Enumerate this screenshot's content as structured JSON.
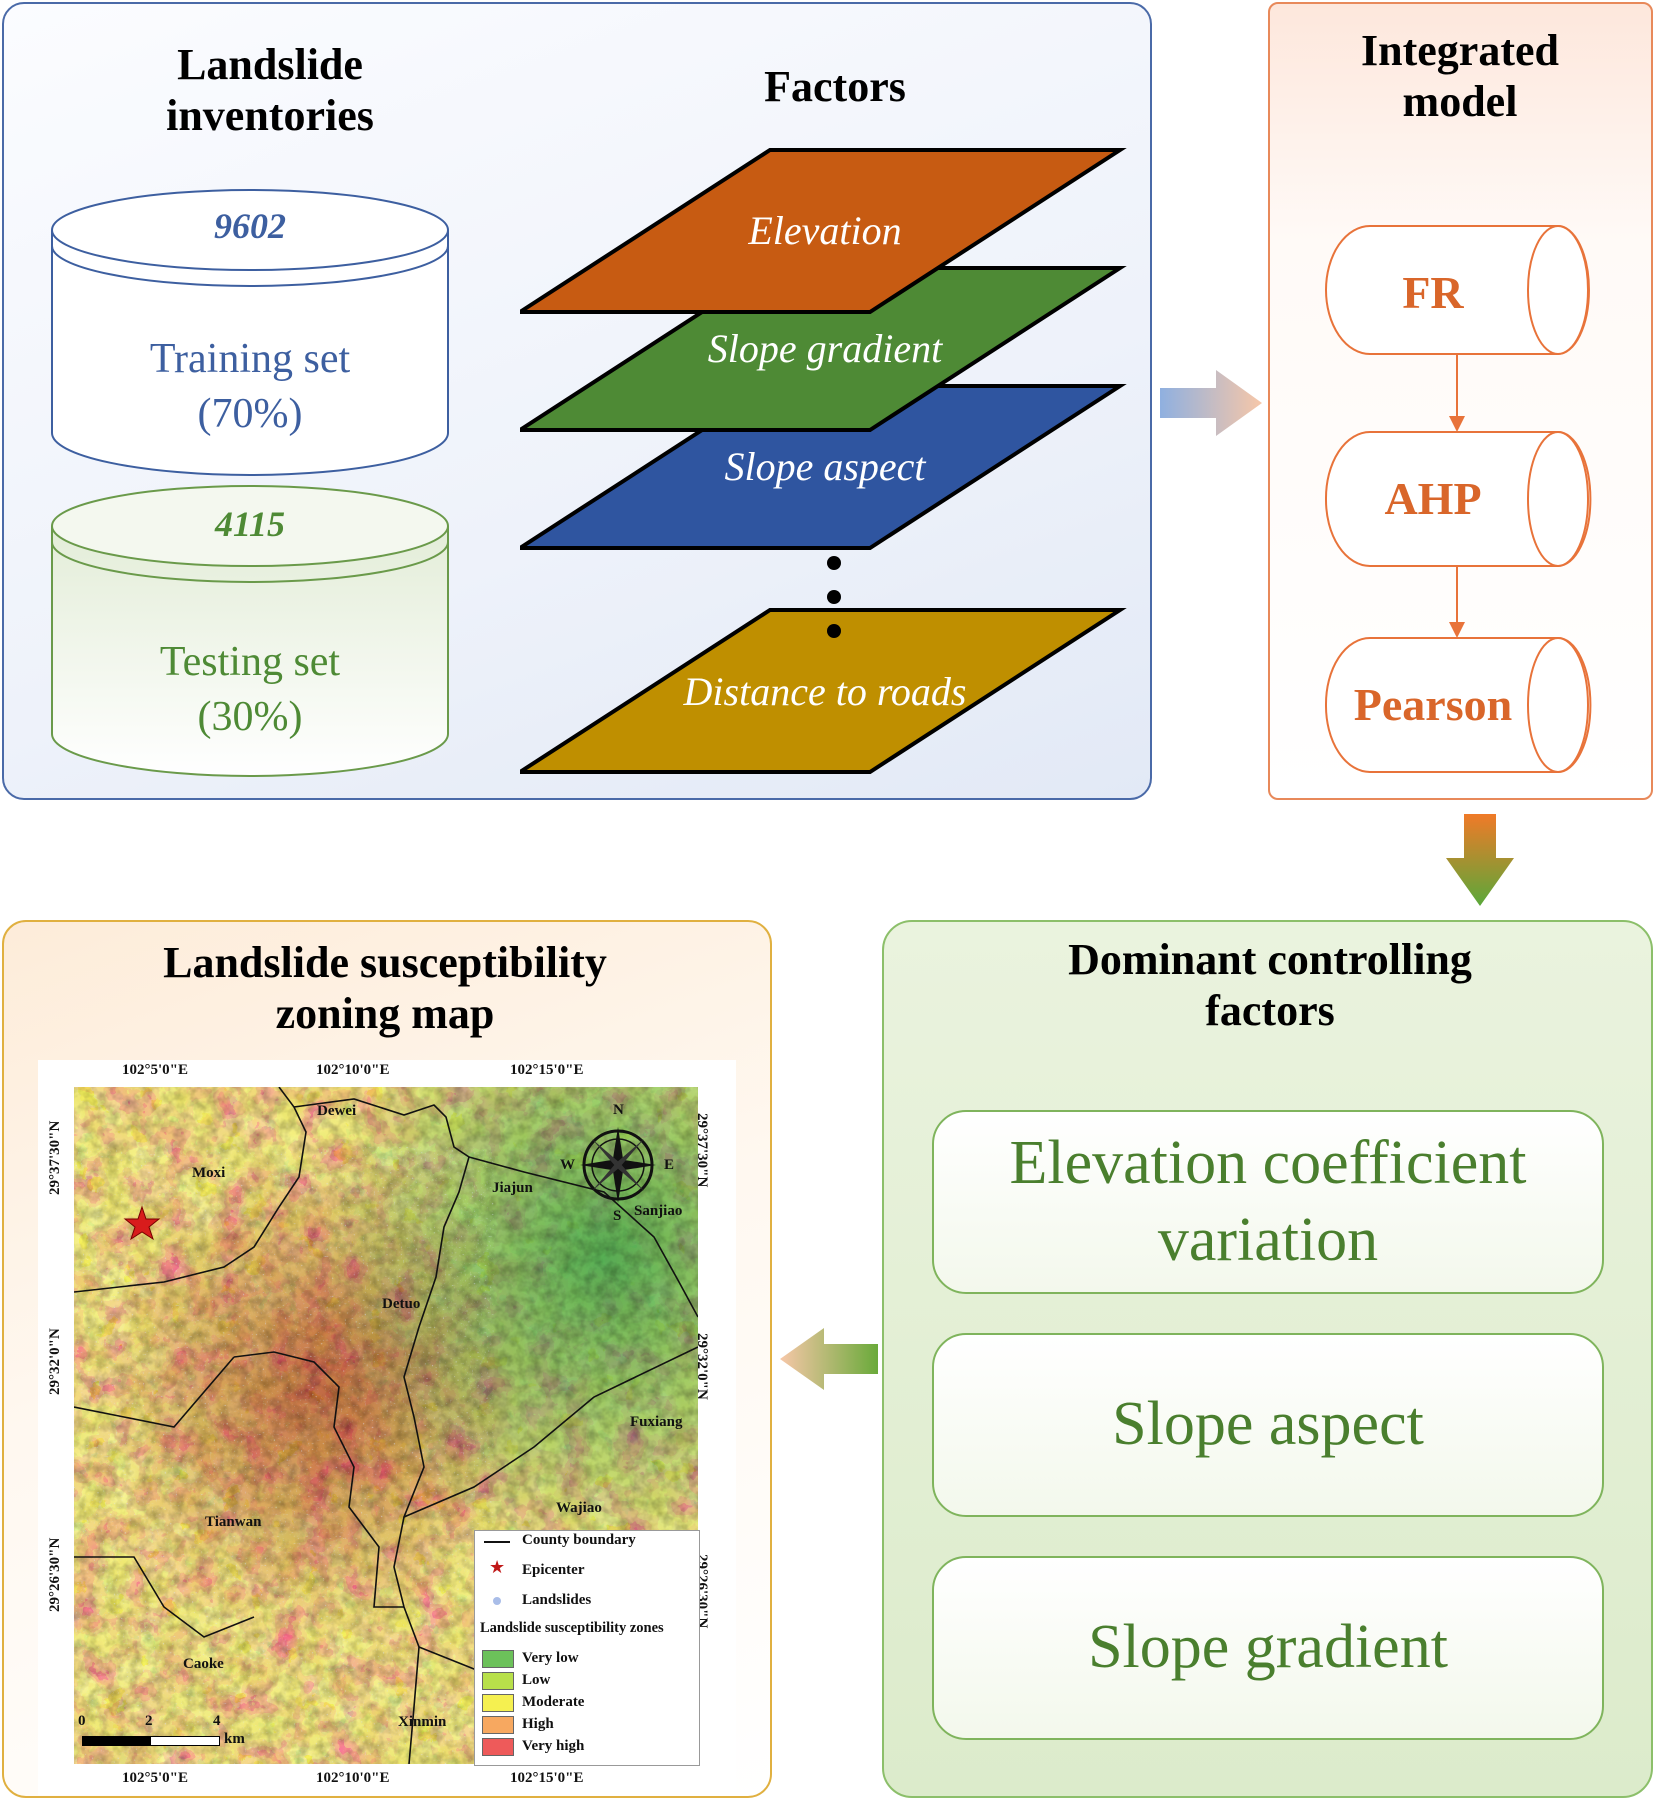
{
  "inventories": {
    "title": "Landslide inventories",
    "training": {
      "count": "9602",
      "label": "Training set",
      "pct": "(70%)"
    },
    "testing": {
      "count": "4115",
      "label": "Testing set",
      "pct": "(30%)"
    }
  },
  "factors": {
    "title": "Factors",
    "layers": [
      "Elevation",
      "Slope gradient",
      "Slope aspect",
      "Distance to roads"
    ],
    "layer_colors": [
      "#c75b12",
      "#4e8a35",
      "#2f55a0",
      "#bf8f00"
    ]
  },
  "integrated_model": {
    "title": "Integrated model",
    "steps": [
      "FR",
      "AHP",
      "Pearson"
    ],
    "accent": "#d9662a"
  },
  "dominant": {
    "title": "Dominant controlling factors",
    "items": [
      "Elevation coefficient variation",
      "Slope aspect",
      "Slope gradient"
    ]
  },
  "zoning_map": {
    "title": "Landslide susceptibility zoning map",
    "lon_ticks": [
      "102°5'0\"E",
      "102°10'0\"E",
      "102°15'0\"E"
    ],
    "lat_ticks": [
      "29°37'30\"N",
      "29°32'0\"N",
      "29°26'30\"N"
    ],
    "places": [
      "Dewei",
      "Moxi",
      "Jiajun",
      "Sanjiao",
      "Detuo",
      "Fuxiang",
      "Wajiao",
      "Tianwan",
      "Caoke",
      "Xinmin"
    ],
    "compass": [
      "N",
      "S",
      "W",
      "E"
    ],
    "scalebar": {
      "ticks": [
        "0",
        "2",
        "4"
      ],
      "unit": "km"
    },
    "legend": {
      "county": "County boundary",
      "epicenter": "Epicenter",
      "landslides": "Landslides",
      "zones_title": "Landslide susceptibility zones",
      "zones": [
        {
          "label": "Very low",
          "color": "#6cc15a"
        },
        {
          "label": "Low",
          "color": "#b8e04a"
        },
        {
          "label": "Moderate",
          "color": "#f5f050"
        },
        {
          "label": "High",
          "color": "#f7a860"
        },
        {
          "label": "Very high",
          "color": "#ee5a5a"
        }
      ]
    }
  }
}
